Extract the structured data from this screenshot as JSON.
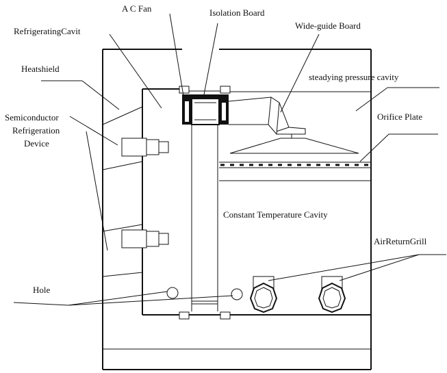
{
  "labels": {
    "ac_fan": "A C  Fan",
    "isolation_board": "Isolation Board",
    "refrigerating_cavity": "RefrigeratingCavit",
    "wide_guide_board": "Wide-guide Board",
    "heatshield": "Heatshield",
    "steadying_pressure_cavity": "steadying pressure cavity",
    "semiconductor_line1": "Semiconductor",
    "semiconductor_line2": "Refrigeration",
    "semiconductor_line3": "Device",
    "orifice_plate": "Orifice Plate",
    "constant_temperature_cavity": "Constant Temperature Cavity",
    "air_return_grill": "AirReturnGrill",
    "hole": "Hole"
  }
}
